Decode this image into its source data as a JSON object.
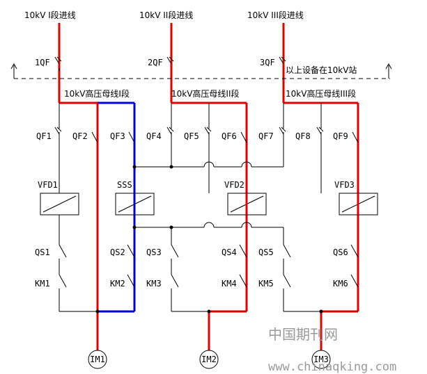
{
  "incomers": [
    {
      "label": "10kV I段进线",
      "breaker": "1QF"
    },
    {
      "label": "10kV II段进线",
      "breaker": "2QF"
    },
    {
      "label": "10kV III段进线",
      "breaker": "3QF"
    }
  ],
  "station_note": "以上设备在10kV站",
  "buses": [
    "10kV高压母线I段",
    "10kV高压母线II段",
    "10kV高压母线III段"
  ],
  "feeder_breakers": [
    "QF1",
    "QF2",
    "QF3",
    "QF4",
    "QF5",
    "QF6",
    "QF7",
    "QF8",
    "QF9"
  ],
  "drives": [
    "VFD1",
    "SSS",
    "VFD2",
    "VFD3"
  ],
  "isolators": [
    "QS1",
    "QS2",
    "QS3",
    "QS4",
    "QS5",
    "QS6"
  ],
  "contactors": [
    "KM1",
    "KM2",
    "KM3",
    "KM4",
    "KM5",
    "KM6"
  ],
  "motors": [
    "IM1",
    "IM2",
    "IM3"
  ],
  "watermark": {
    "cn": "中国期刊网",
    "url": "www.chinaqking.com"
  },
  "colors": {
    "energized_path": "#e00000",
    "sss_path": "#0000e0",
    "wiring": "#000000"
  }
}
